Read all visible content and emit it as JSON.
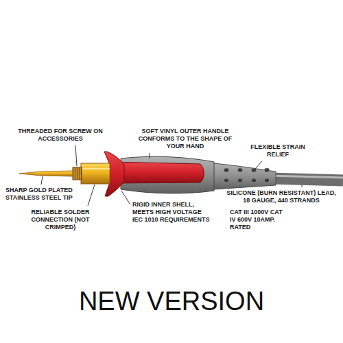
{
  "diagram": {
    "caption": "NEW VERSION",
    "labels": [
      "THREADED FOR SCREW ON ACCESSORIES",
      "SOFT VINYL OUTER HANDLE CONFORMS TO THE SHAPE OF YOUR HAND",
      "FLEXIBLE STRAIN RELIEF",
      "SHARP GOLD PLATED STAINLESS STEEL TIP",
      "RIGID INNER SHELL, MEETS HIGH VOLTAGE IEC 1010 REQUIREMENTS",
      "SILICONE (BURN RESISTANT) LEAD, 18 GAUGE, 440 STRANDS",
      "RELIABLE SOLDER CONNECTION (NOT CRIMPED)",
      "CAT III 1000V CAT IV 600V 10AMP. RATED"
    ]
  }
}
